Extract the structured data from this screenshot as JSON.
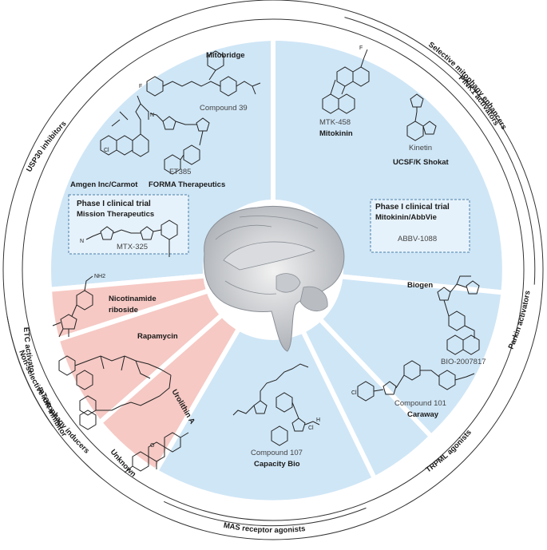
{
  "colors": {
    "blue_sector": "#cfe6f6",
    "red_sector": "#f6c9c4",
    "ring_line": "#333333",
    "outline": "#222222",
    "trial_border": "#4a7fa8"
  },
  "outer_labels": {
    "selective": "Selective mitophagy enhancers",
    "non_selective": "Non-selective mitophagy inducers",
    "mas": "MAS receptor agonists"
  },
  "middle_labels": {
    "usp30": "USP30 inhibitors",
    "pink1": "PINK1 activators",
    "parkin": "Parkin activators",
    "trpml": "TRPML agonists",
    "etc": "ETC activator",
    "mtor": "mTOR inhibitor",
    "unknown": "Unknown"
  },
  "usp30_sector": {
    "mitobridge": "Mitobridge",
    "compound39": "Compound 39",
    "amgen": "Amgen Inc/Carmot",
    "ft385": "FT385",
    "forma": "FORMA Therapeutics",
    "trial_title": "Phase I clinical trial",
    "trial_sponsor": "Mission Therapeutics",
    "trial_compound": "MTX-325"
  },
  "pink1_sector": {
    "mtk458": "MTK-458",
    "mitokinin": "Mitokinin",
    "kinetin": "Kinetin",
    "ucsf": "UCSF/K Shokat",
    "trial_title": "Phase I clinical trial",
    "trial_sponsor": "Mitokinin/AbbVie",
    "trial_compound": "ABBV-1088"
  },
  "parkin_sector": {
    "biogen": "Biogen",
    "compound": "BIO-2007817"
  },
  "trpml_sector": {
    "compound": "Compound 101",
    "company": "Caraway"
  },
  "mas_sector": {
    "compound": "Compound 107",
    "company": "Capacity Bio"
  },
  "nonselective_sector": {
    "nicotinamide": "Nicotinamide riboside",
    "rapamycin": "Rapamycin",
    "urolithin": "Urolithin A"
  },
  "structure_atoms": {
    "nh2": "NH2",
    "n": "N",
    "cl": "Cl",
    "f": "F",
    "o": "O",
    "h": "H"
  }
}
